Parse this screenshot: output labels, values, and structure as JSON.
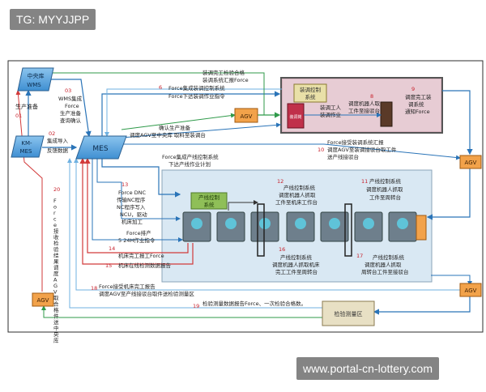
{
  "watermark_top": "TG: MYYJJPP",
  "watermark_bottom": "www.portal-cn-lottery.com",
  "nodes": {
    "wms_a": "中央库",
    "wms_b": "WMS",
    "kmes_a": "KM-",
    "kmes_b": "MES",
    "mes": "MES",
    "agv": "AGV",
    "assembly_ctrl_a": "装调控制",
    "assembly_ctrl_b": "系统",
    "assembly_cell": "装调岗",
    "assembly_worker_a": "装调工人",
    "assembly_worker_b": "装调作业",
    "line_ctrl_a": "产线控制",
    "line_ctrl_b": "系统",
    "inspection": "检验测量区"
  },
  "labels": {
    "n01": "01",
    "n01_text": "生产准备",
    "n02": "02",
    "n02_l1": "集成导入",
    "n02_l2": "反馈数据",
    "n03": "03",
    "n03_l1": "WMS集成",
    "n03_l2": "Force",
    "n03_l3": "生产准备",
    "n03_l4": "查询确认",
    "n6": "6",
    "n6_l1": "装调完工检验合格",
    "n6_l2": "装调系统汇报Force",
    "n6_l3": "Force集成装调控制系统",
    "n6_l4": "Force下达装调作业指令",
    "n7_l1": "确认生产准备",
    "n7_l2": "调度AGV至中央库 取料至装调台",
    "n8": "8",
    "n8_l1": "调度机器人取",
    "n8_l2": "工件至接驳台",
    "n9": "9",
    "n9_l1": "调度完工装",
    "n9_l2": "调系统",
    "n9_l3": "通知Force",
    "n10_l1": "Force接受装调系统汇报",
    "n10_l2": "调度AGV至装调接驳台取工件",
    "n10_l3": "送产线接驳台",
    "n10": "10",
    "line_plan_l1": "Force集成产线控制系统",
    "line_plan_l2": "下达产线作业计划",
    "n11": "11",
    "n11_l1": "产线控制系统",
    "n11_l2": "调度机器人抓取",
    "n11_l3": "工件至周转台",
    "n12": "12",
    "n12_l1": "产线控制系统",
    "n12_l2": "调度机器人抓取",
    "n12_l3": "工件至机床工作台",
    "n13": "13",
    "n13_l1": "Force DNC",
    "n13_l2": "传输NC程序",
    "n13_l3": "NC程序写入",
    "n13_l4": "NCU，驱动",
    "n13_l5": "机床加工",
    "n5_l1": "Force排产",
    "n5_l2": "5 24H作业指令",
    "n14": "14",
    "n14_text": "机床完工报工Force",
    "n15": "15",
    "n15_text": "机床在线检测数据报告",
    "n16": "16",
    "n16_l1": "产线控制系统",
    "n16_l2": "调度机器人抓取机床",
    "n16_l3": "完工工件至周转台",
    "n17": "17",
    "n17_l1": "产线控制系统",
    "n17_l2": "调度机器人抓取",
    "n17_l3": "周转台工件至接驳台",
    "n18": "18",
    "n18_l1": "Force接受机床完工报告",
    "n18_l2": "调度AGV至产线接驳台取件送检验测量区",
    "n19": "19",
    "n19_text": "检验测量数据报告Force、一次检验合格数。",
    "n20": "20",
    "n20_vertical": "Force接收检验结果调度AGV取合格件送中央库"
  },
  "colors": {
    "frame": "#2c2c2c",
    "agv_fill": "#f2a24a",
    "agv_stroke": "#a05a10",
    "mes_fill": "#5ea9e3",
    "pink_zone": "#d8b4bf",
    "blue_zone": "#d9e8f3",
    "arrow_blue": "#2a74b8",
    "arrow_red": "#d23a3a",
    "arrow_green": "#2f9a4a",
    "arrow_lightblue": "#6fb1e0",
    "ctrl_fill": "#8fbf58",
    "label_red": "#c8202a"
  }
}
